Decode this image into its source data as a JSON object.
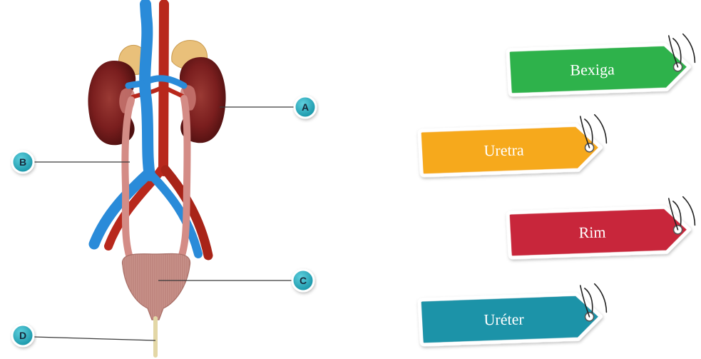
{
  "diagram": {
    "markers": [
      {
        "letter": "A"
      },
      {
        "letter": "B"
      },
      {
        "letter": "C"
      },
      {
        "letter": "D"
      }
    ]
  },
  "tags": [
    {
      "text": "Bexiga",
      "color": "#2eb24b"
    },
    {
      "text": "Uretra",
      "color": "#f6a91c"
    },
    {
      "text": "Rim",
      "color": "#c8283a"
    },
    {
      "text": "Uréter",
      "color": "#1b93a8"
    }
  ],
  "colors": {
    "marker": "#1ba0b3",
    "vein": "#2a8bd9",
    "artery": "#b8281c",
    "ureter": "#d48c86",
    "bladder": "#c8928a",
    "kidney": "#7a1e1e",
    "adrenal": "#e9c07a",
    "urethra": "#e3d7a6"
  }
}
